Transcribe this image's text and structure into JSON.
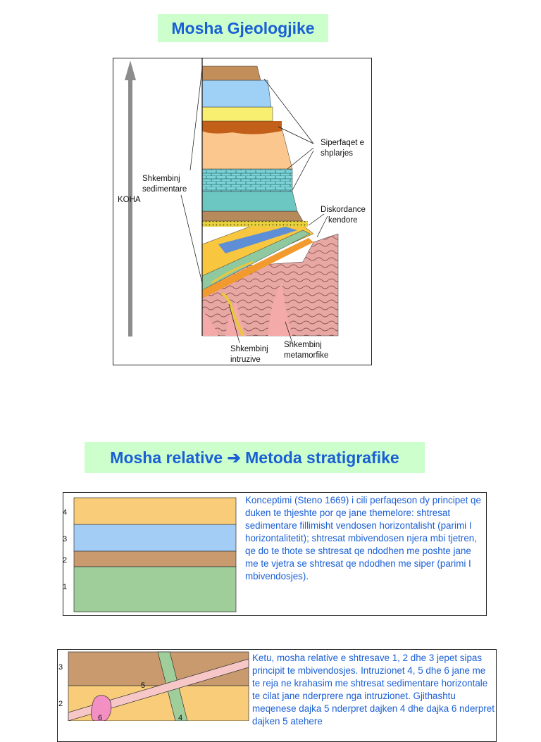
{
  "section1": {
    "title": "Mosha Gjeologjike",
    "labels": {
      "time_axis": "KOHA",
      "sedimentary": [
        "Shkembinj",
        "sedimentare"
      ],
      "erosion_surfaces": [
        "Siperfaqet e",
        "shplarjes"
      ],
      "angular_unconformity": [
        "Diskordance",
        "kendore"
      ],
      "intrusive": [
        "Shkembinj",
        "intruzive"
      ],
      "metamorphic": [
        "Shkembinj",
        "metamorfike"
      ]
    }
  },
  "section2": {
    "title": "Mosha relative ➔ Metoda stratigrafike",
    "layer_numbers": [
      "4",
      "3",
      "2",
      "1"
    ],
    "layer_colors": [
      "#f9cc79",
      "#a4cdf6",
      "#c99a6e",
      "#9fce9b"
    ],
    "paragraph": "Konceptimi (Steno 1669) i cili perfaqeson dy principet qe duken te thjeshte por qe jane themelore: shtresat sedimentare fillimisht vendosen horizontalisht (parimi I horizontalitetit); shtresat mbivendosen njera mbi tjetren, qe do te thote se shtresat qe ndodhen me poshte jane me te vjetra se shtresat qe ndodhen me siper (parimi I mbivendosjes)."
  },
  "section3": {
    "layer_numbers": [
      "3",
      "2"
    ],
    "intrusion_numbers": [
      "5",
      "6",
      "4"
    ],
    "paragraph": "Ketu, mosha relative e shtresave 1, 2 dhe 3 jepet sipas principit te mbivendosjes. Intruzionet 4, 5 dhe 6 jane me te reja ne krahasim me shtresat sedimentare horizontale te cilat jane nderprere nga intruzionet. Gjithashtu meqenese dajka 5 nderpret dajken 4 dhe dajka 6 nderpret dajken 5 atehere"
  }
}
